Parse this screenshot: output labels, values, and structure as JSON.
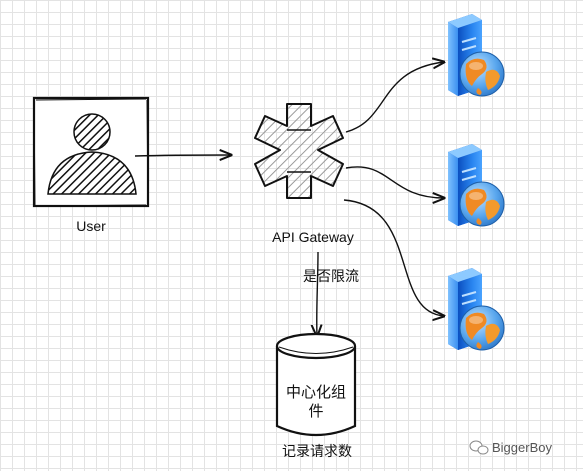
{
  "diagram": {
    "user_label": "User",
    "gateway_label": "API Gateway",
    "edge_label": "是否限流",
    "component_line1": "中心化组",
    "component_line2": "件",
    "component_caption": "记录请求数",
    "watermark": "BiggerBoy"
  },
  "colors": {
    "server_blue": "#1f6fe0",
    "globe_orange": "#f08a24",
    "globe_blue": "#5aa7ee",
    "ink": "#111111"
  },
  "icons": [
    "user-icon",
    "gateway-icon",
    "server-icon",
    "globe-icon",
    "database-icon",
    "wechat-icon"
  ]
}
